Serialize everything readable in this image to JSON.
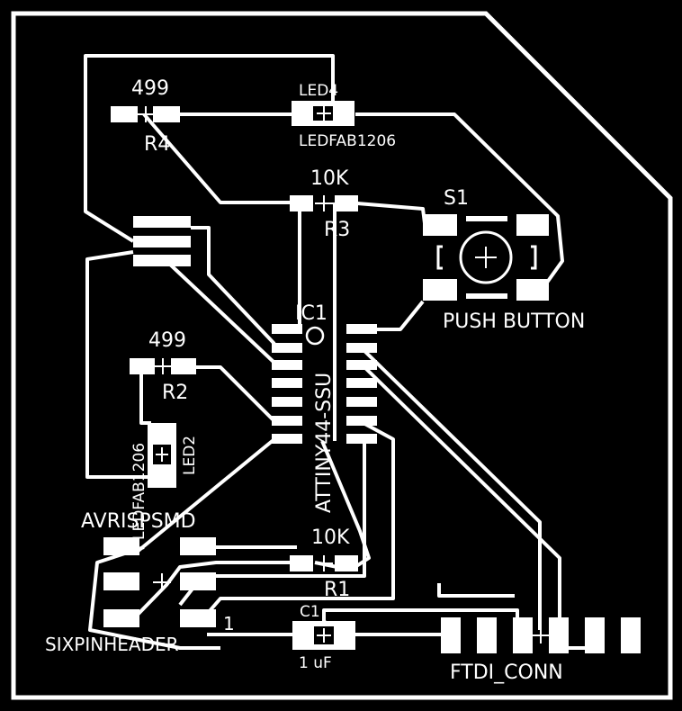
{
  "colors": {
    "background": "#000000",
    "copper": "#ffffff"
  },
  "components": {
    "r4": {
      "designator": "R4",
      "value": "499"
    },
    "led4": {
      "designator": "LED4",
      "package": "LEDFAB1206"
    },
    "r3": {
      "designator": "R3",
      "value": "10K"
    },
    "s1": {
      "designator": "S1",
      "label": "PUSH BUTTON"
    },
    "ic1": {
      "designator": "IC1",
      "part": "ATTINY44-SSU"
    },
    "r2": {
      "designator": "R2",
      "value": "499"
    },
    "led2": {
      "designator": "LED2",
      "package": "LEDFAB1206"
    },
    "avr": {
      "label": "AVRISPSMD",
      "package": "SIXPINHEADER",
      "pin1": "1"
    },
    "r1": {
      "designator": "R1",
      "value": "10K"
    },
    "c1": {
      "designator": "C1",
      "value": "1 uF"
    },
    "ftdi": {
      "label": "FTDI_CONN"
    }
  }
}
